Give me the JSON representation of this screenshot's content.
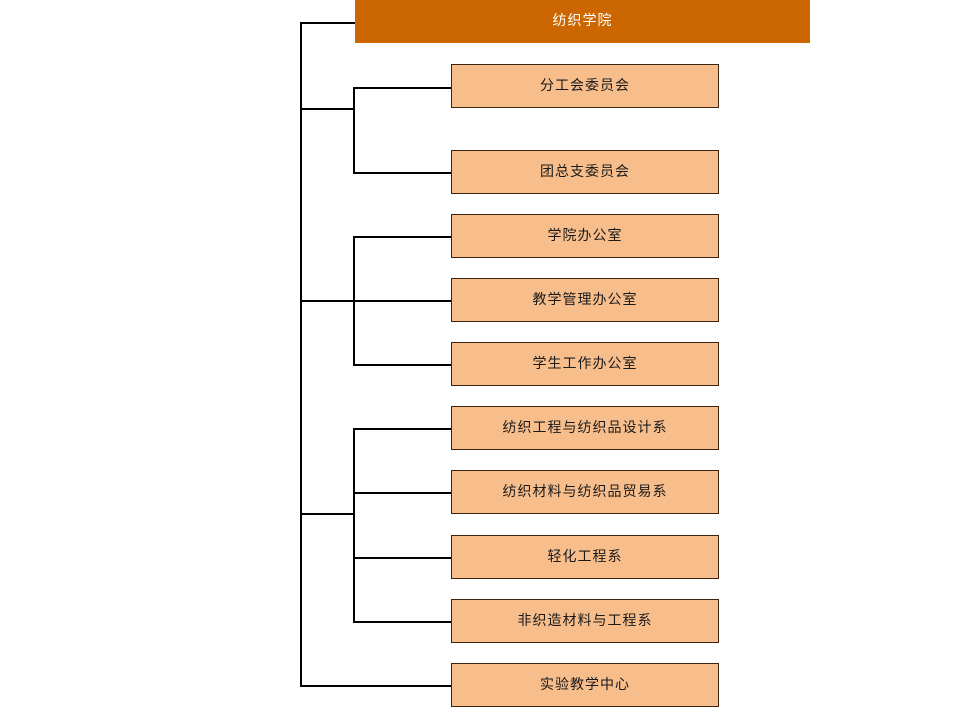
{
  "chart_data": {
    "type": "diagram",
    "subtype": "organization-chart",
    "title": "纺织学院",
    "orientation": "horizontal-left-trunk",
    "root": {
      "label": "纺织学院",
      "fill": "#CC6600",
      "text_color": "#FFFFFF"
    },
    "node_fill": "#F7BE8C",
    "node_border": "#3B2510",
    "line_color": "#000000",
    "background": "#FFFFFF",
    "groups": [
      {
        "name": "party-union-group",
        "nodes": [
          {
            "label": "分工会委员会"
          },
          {
            "label": "团总支委员会"
          }
        ]
      },
      {
        "name": "administrative-offices-group",
        "nodes": [
          {
            "label": "学院办公室"
          },
          {
            "label": "教学管理办公室"
          },
          {
            "label": "学生工作办公室"
          }
        ]
      },
      {
        "name": "academic-departments-group",
        "nodes": [
          {
            "label": "纺织工程与纺织品设计系"
          },
          {
            "label": "纺织材料与纺织品贸易系"
          },
          {
            "label": "轻化工程系"
          },
          {
            "label": "非织造材料与工程系"
          }
        ]
      },
      {
        "name": "direct-child-group",
        "nodes": [
          {
            "label": "实验教学中心"
          }
        ]
      }
    ],
    "all_nodes": [
      "纺织学院",
      "分工会委员会",
      "团总支委员会",
      "学院办公室",
      "教学管理办公室",
      "学生工作办公室",
      "纺织工程与纺织品设计系",
      "纺织材料与纺织品贸易系",
      "轻化工程系",
      "非织造材料与工程系",
      "实验教学中心"
    ]
  },
  "nodes": {
    "root": "纺织学院",
    "n1": "分工会委员会",
    "n2": "团总支委员会",
    "n3": "学院办公室",
    "n4": "教学管理办公室",
    "n5": "学生工作办公室",
    "n6": "纺织工程与纺织品设计系",
    "n7": "纺织材料与纺织品贸易系",
    "n8": "轻化工程系",
    "n9": "非织造材料与工程系",
    "n10": "实验教学中心"
  }
}
